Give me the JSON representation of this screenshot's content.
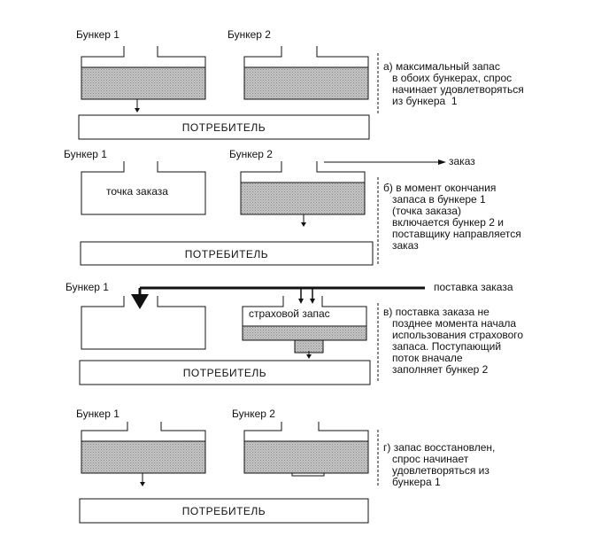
{
  "consumer_label": "ПОТРЕБИТЕЛЬ",
  "panels": [
    {
      "bunker1": "Бункер 1",
      "bunker2": "Бункер 2",
      "description": "а) максимальный запас\n   в обоих бункерах, спрос\n   начинает удовлетворяться\n   из бункера  1"
    },
    {
      "bunker1": "Бункер 1",
      "bunker2": "Бункер 2",
      "order_label": "заказ",
      "reorder_point_label": "точка заказа",
      "description": "б) в момент окончания\n   запаса в бункере 1\n   (точка заказа)\n   включается бункер 2 и\n   поставщику направляется\n   заказ"
    },
    {
      "bunker1": "Бункер 1",
      "delivery_label": "поставка заказа",
      "safety_stock_label": "страховой запас",
      "description": "в) поставка заказа не\n   позднее момента начала\n   использования страхового\n   запаса. Поступающий\n   поток вначале\n   заполняет бункер 2"
    },
    {
      "bunker1": "Бункер 1",
      "bunker2": "Бункер 2",
      "description": "г) запас восстановлен,\n   спрос начинает\n   удовлетворяться из\n   бункера 1"
    }
  ]
}
